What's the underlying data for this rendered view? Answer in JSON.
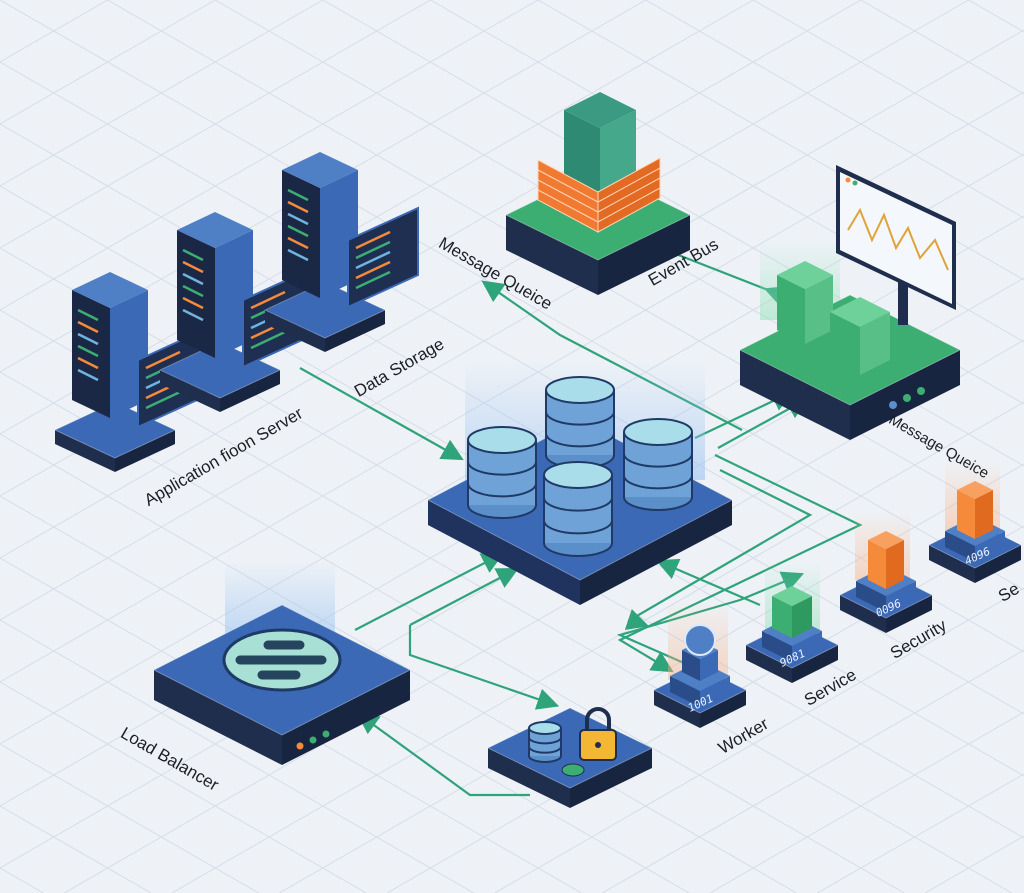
{
  "labels": {
    "message_queue_top": "Message Queice",
    "event_bus": "Event Bus",
    "data_storage": "Data Storage",
    "application_server": "Application fioon Server",
    "message_queue_right": "Message Queice",
    "security": "Security",
    "service": "Service",
    "worker": "Worker",
    "load_balancer": "Load Balancer",
    "cut_off": "Se"
  },
  "node_values": {
    "worker": "1001",
    "service": "9081",
    "security": "0096",
    "fourth": "4096"
  },
  "colors": {
    "background": "#eef2f7",
    "grid": "#d5dde8",
    "platform_blue": "#3b69b5",
    "platform_side": "#1f2e4d",
    "platform_green": "#3dae72",
    "arrow_green": "#2fa37a",
    "brick_orange": "#f07a32",
    "accent_orange": "#f58a3a"
  }
}
